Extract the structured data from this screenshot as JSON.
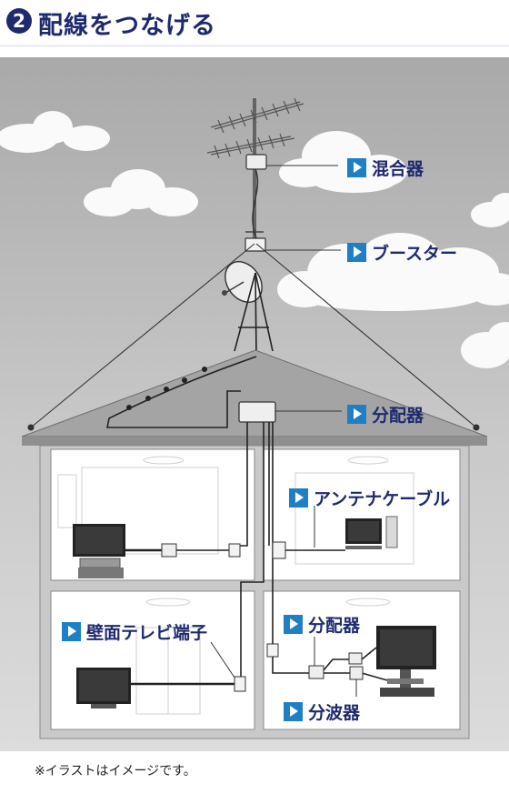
{
  "header": {
    "step_number": "2",
    "title": "配線をつなげる"
  },
  "labels": {
    "mixer": "混合器",
    "booster": "ブースター",
    "splitter_attic": "分配器",
    "antenna_cable": "アンテナケーブル",
    "wall_terminal": "壁面テレビ端子",
    "splitter_room": "分配器",
    "demultiplexer": "分波器"
  },
  "note": "※イラストはイメージです。",
  "colors": {
    "accent": "#1f7fc4",
    "heading": "#1e2a6e"
  }
}
